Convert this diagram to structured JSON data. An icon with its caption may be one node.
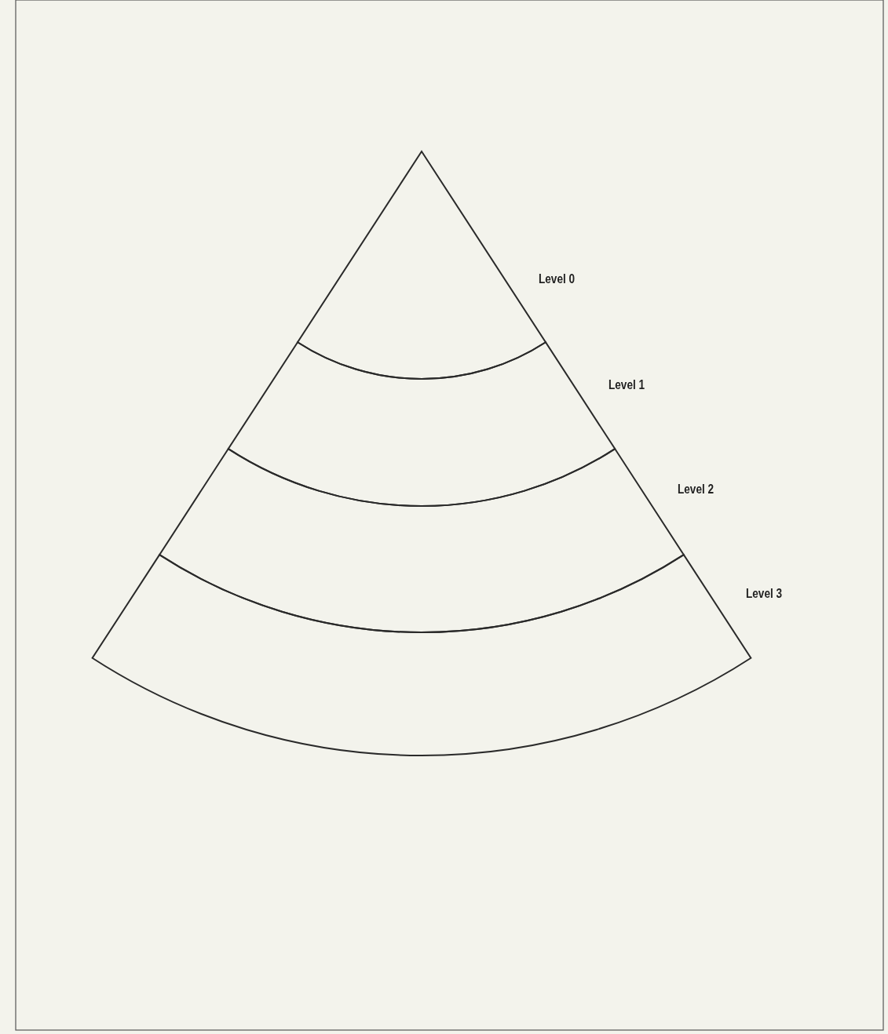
{
  "diagram": {
    "nodes": [
      {
        "text": [],
        "shape": "band",
        "beside": [
          "Level 0"
        ]
      },
      {
        "text": [],
        "shape": "band",
        "beside": [
          "Level 1"
        ]
      },
      {
        "text": [],
        "shape": "band",
        "beside": [
          "Level 2"
        ]
      },
      {
        "text": [],
        "shape": "band",
        "beside": [
          "Level 3"
        ]
      }
    ],
    "edges": []
  }
}
